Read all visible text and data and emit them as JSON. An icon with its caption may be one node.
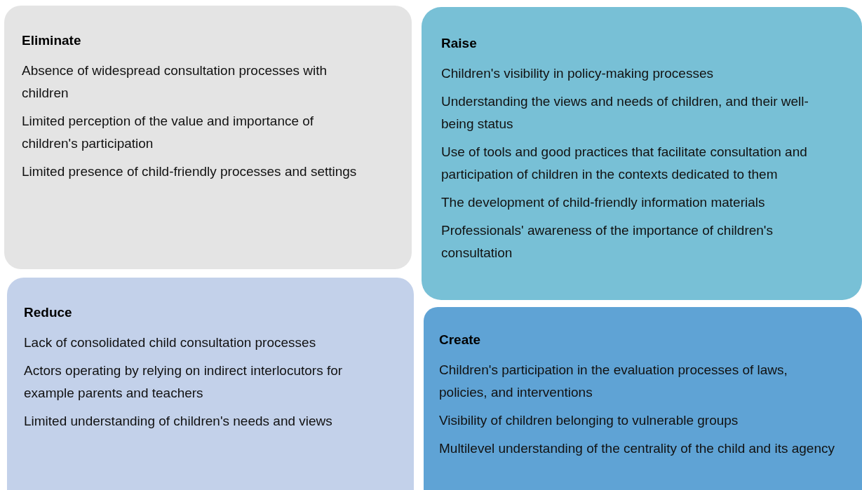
{
  "diagram": {
    "nodes": [
      {
        "text": [
          "Eliminate",
          "Absence of widespread consultation processes with children",
          "Limited perception of the value and importance of children's participation",
          "Limited presence of child-friendly processes and settings"
        ]
      },
      {
        "text": [
          "Raise",
          "Children's visibility in policy-making processes",
          "Understanding the views and needs of children, and their well-being status",
          "Use of tools and good practices that facilitate consultation and participation of children in the contexts dedicated to them",
          "The development of child-friendly information materials",
          "Professionals' awareness of the importance of children's consultation"
        ]
      },
      {
        "text": [
          "Reduce",
          "Lack of consolidated child consultation processes",
          "Actors operating by relying on indirect interlocutors for example parents and teachers",
          "Limited understanding of children's needs and views"
        ]
      },
      {
        "text": [
          "Create",
          "Children's participation in the evaluation processes of laws, policies, and interventions",
          "Visibility of children belonging to vulnerable groups",
          "Multilevel understanding of the centrality of the child and its agency"
        ]
      }
    ]
  }
}
